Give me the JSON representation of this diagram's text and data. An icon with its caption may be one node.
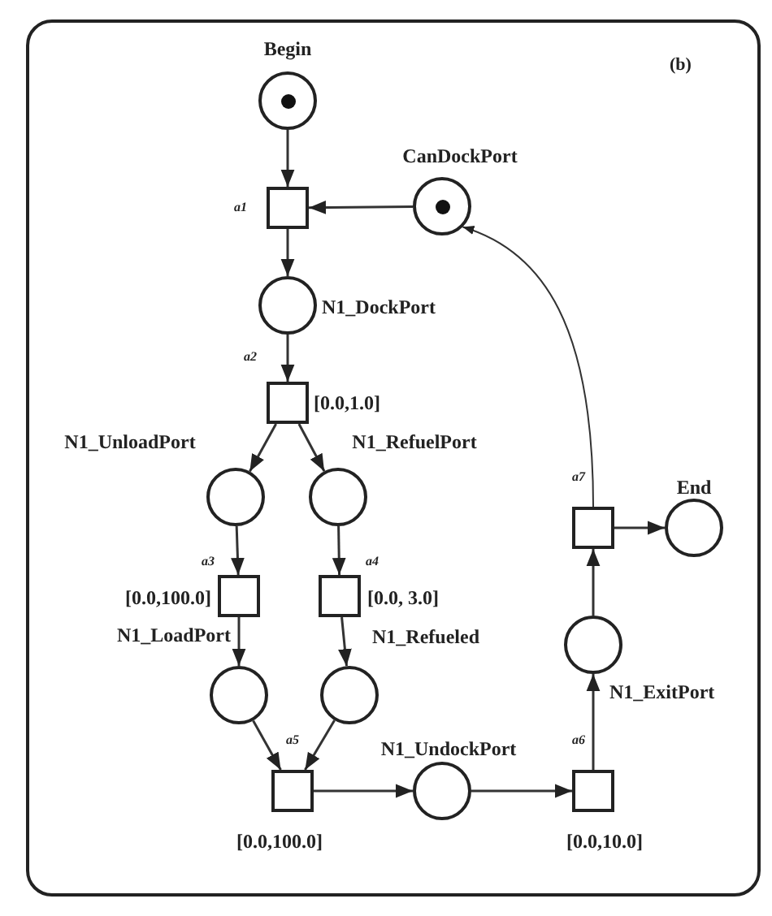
{
  "diagram": {
    "nodes": [
      {
        "text": [
          "Begin"
        ]
      },
      {
        "text": [
          "CanDockPort"
        ]
      },
      {
        "text": [
          "a1"
        ]
      },
      {
        "text": [
          "N1_DockPort"
        ]
      },
      {
        "text": [
          "a2"
        ],
        "beside": [
          "[0.0,1.0]"
        ]
      },
      {
        "text": [
          "N1_UnloadPort"
        ]
      },
      {
        "text": [
          "N1_RefuelPort"
        ]
      },
      {
        "text": [
          "a7"
        ]
      },
      {
        "text": [
          "End"
        ]
      },
      {
        "text": [
          "a3"
        ],
        "beside": [
          "[0.0,100.0]"
        ]
      },
      {
        "text": [
          "a4"
        ],
        "beside": [
          "[0.0, 3.0]"
        ]
      },
      {
        "text": [
          "N1_LoadPort"
        ]
      },
      {
        "text": [
          "N1_Refueled"
        ]
      },
      {
        "text": [
          "N1_ExitPort"
        ]
      },
      {
        "text": [
          "N1_UndockPort"
        ]
      },
      {
        "text": [
          "a5"
        ],
        "beside": [
          "[0.0,100.0]"
        ]
      },
      {
        "text": [
          "a6"
        ],
        "beside": [
          "[0.0,10.0]"
        ]
      }
    ],
    "edges": [
      {
        "from": 0,
        "to": 2,
        "arrow": "to"
      },
      {
        "from": 1,
        "to": 2,
        "arrow": "to"
      },
      {
        "from": 2,
        "to": 3,
        "arrow": "to"
      },
      {
        "from": 3,
        "to": 4,
        "arrow": "to"
      },
      {
        "from": 4,
        "to": 5,
        "arrow": "to"
      },
      {
        "from": 4,
        "to": 6,
        "arrow": "to"
      },
      {
        "from": 5,
        "to": 9,
        "arrow": "to"
      },
      {
        "from": 6,
        "to": 10,
        "arrow": "to"
      },
      {
        "from": 9,
        "to": 11,
        "arrow": "to"
      },
      {
        "from": 10,
        "to": 12,
        "arrow": "to"
      },
      {
        "from": 11,
        "to": 15,
        "arrow": "to"
      },
      {
        "from": 12,
        "to": 15,
        "arrow": "to"
      },
      {
        "from": 15,
        "to": 14,
        "arrow": "to"
      },
      {
        "from": 14,
        "to": 16,
        "arrow": "to"
      },
      {
        "from": 16,
        "to": 13,
        "arrow": "to"
      },
      {
        "from": 13,
        "to": 7,
        "arrow": "to"
      },
      {
        "from": 7,
        "to": 8,
        "arrow": "to"
      },
      {
        "from": 7,
        "to": 1,
        "arrow": "to"
      }
    ],
    "labels": [
      "(b)"
    ]
  }
}
